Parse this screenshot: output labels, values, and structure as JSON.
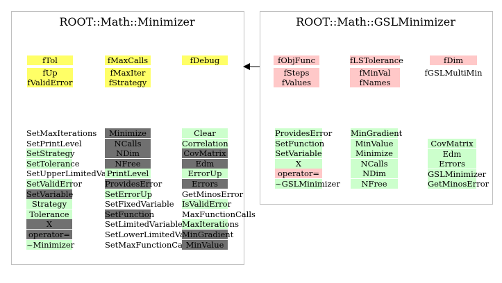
{
  "colors": {
    "member": "#ffff66",
    "private_member": "#ffc8c8",
    "public_method": "#ccffcc",
    "inherited_method": "#707070"
  },
  "minimizer": {
    "title": "ROOT::Math::Minimizer",
    "members": [
      [
        "fTol"
      ],
      [
        "fUp",
        "fValidError"
      ],
      [
        "fMaxCalls"
      ],
      [
        "fMaxIter",
        "fStrategy"
      ],
      [
        "fDebug"
      ]
    ],
    "col1": [
      {
        "label": "SetMaxIterations",
        "style": "none"
      },
      {
        "label": "SetPrintLevel",
        "style": "none"
      },
      {
        "label": "SetStrategy",
        "style": "green"
      },
      {
        "label": "SetTolerance",
        "style": "green"
      },
      {
        "label": "SetUpperLimitedVariable",
        "style": "none"
      },
      {
        "label": "SetValidError",
        "style": "green"
      },
      {
        "label": "SetVariable",
        "style": "gray"
      },
      {
        "label": "Strategy",
        "style": "green"
      },
      {
        "label": "Tolerance",
        "style": "green"
      },
      {
        "label": "X",
        "style": "gray"
      },
      {
        "label": "operator=",
        "style": "gray"
      },
      {
        "label": "~Minimizer",
        "style": "green"
      }
    ],
    "col2": [
      {
        "label": "Minimize",
        "style": "gray"
      },
      {
        "label": "NCalls",
        "style": "gray"
      },
      {
        "label": "NDim",
        "style": "gray"
      },
      {
        "label": "NFree",
        "style": "gray"
      },
      {
        "label": "PrintLevel",
        "style": "green"
      },
      {
        "label": "ProvidesError",
        "style": "gray"
      },
      {
        "label": "SetErrorUp",
        "style": "green"
      },
      {
        "label": "SetFixedVariable",
        "style": "none"
      },
      {
        "label": "SetFunction",
        "style": "gray"
      },
      {
        "label": "SetLimitedVariable",
        "style": "none"
      },
      {
        "label": "SetLowerLimitedVariable",
        "style": "none"
      },
      {
        "label": "SetMaxFunctionCalls",
        "style": "none"
      }
    ],
    "col3": [
      {
        "label": "Clear",
        "style": "green"
      },
      {
        "label": "Correlation",
        "style": "green"
      },
      {
        "label": "CovMatrix",
        "style": "gray"
      },
      {
        "label": "Edm",
        "style": "gray"
      },
      {
        "label": "ErrorUp",
        "style": "green"
      },
      {
        "label": "Errors",
        "style": "gray"
      },
      {
        "label": "GetMinosError",
        "style": "none"
      },
      {
        "label": "IsValidError",
        "style": "green"
      },
      {
        "label": "MaxFunctionCalls",
        "style": "none"
      },
      {
        "label": "MaxIterations",
        "style": "green"
      },
      {
        "label": "MinGradient",
        "style": "gray"
      },
      {
        "label": "MinValue",
        "style": "gray"
      }
    ]
  },
  "gslminimizer": {
    "title": "ROOT::Math::GSLMinimizer",
    "members": [
      [
        "fObjFunc"
      ],
      [
        "fSteps",
        "fValues"
      ],
      [
        "fLSTolerance"
      ],
      [
        "fMinVal",
        "fNames"
      ],
      [
        "fDim"
      ],
      [
        "fGSLMultiMin"
      ]
    ],
    "col1": [
      {
        "label": "ProvidesError",
        "style": "green"
      },
      {
        "label": "SetFunction",
        "style": "green"
      },
      {
        "label": "SetVariable",
        "style": "green"
      },
      {
        "label": "X",
        "style": "green"
      },
      {
        "label": "operator=",
        "style": "pink"
      },
      {
        "label": "~GSLMinimizer",
        "style": "green"
      }
    ],
    "col2": [
      {
        "label": "MinGradient",
        "style": "green"
      },
      {
        "label": "MinValue",
        "style": "green"
      },
      {
        "label": "Minimize",
        "style": "green"
      },
      {
        "label": "NCalls",
        "style": "green"
      },
      {
        "label": "NDim",
        "style": "green"
      },
      {
        "label": "NFree",
        "style": "green"
      }
    ],
    "col3": [
      {
        "label": "CovMatrix",
        "style": "green"
      },
      {
        "label": "Edm",
        "style": "green"
      },
      {
        "label": "Errors",
        "style": "green"
      },
      {
        "label": "GSLMinimizer",
        "style": "green"
      },
      {
        "label": "GetMinosError",
        "style": "green"
      }
    ]
  }
}
